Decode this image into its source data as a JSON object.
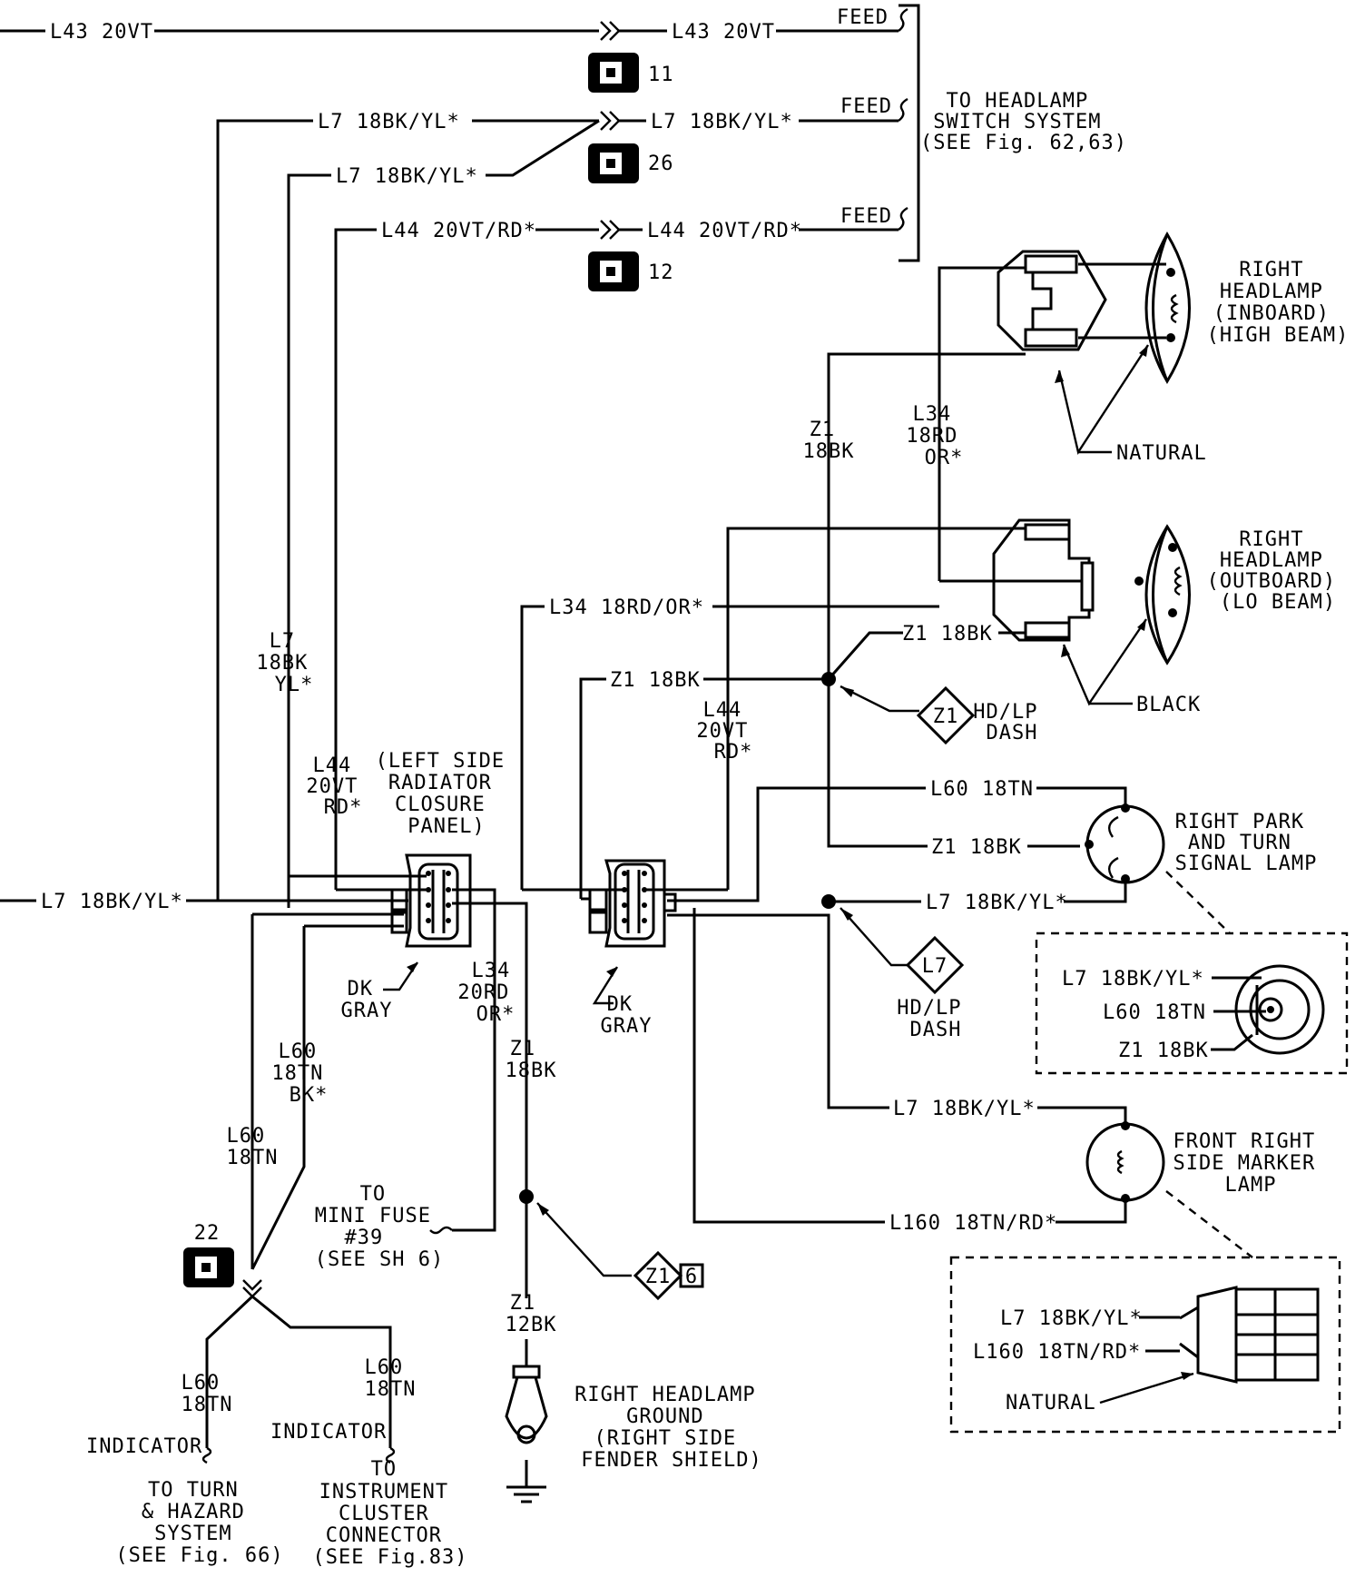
{
  "wires": {
    "l43_left": "L43 20VT",
    "l43_right": "L43 20VT",
    "l7_top_a": "L7 18BK/YL*",
    "l7_top_b": "L7 18BK/YL*",
    "l7_top_right": "L7 18BK/YL*",
    "l44_top": "L44 20VT/RD*",
    "l44_top_right": "L44 20VT/RD*",
    "feed": "FEED",
    "z1_18bk": "Z1 18BK",
    "l34_18rd_or": "L34 18RD/OR*",
    "l60_18tn": "L60 18TN",
    "l7_18bk_yl": "L7 18BK/YL*",
    "l160": "L160 18TN/RD*",
    "l7_left_bottom": "L7 18BK/YL*"
  },
  "connectors": {
    "c11": "11",
    "c26": "26",
    "c12": "12",
    "c22": "22"
  },
  "vertical_labels": {
    "l7_vert": [
      "L7",
      "18BK",
      "YL*"
    ],
    "l44_vert_left": [
      "L44",
      "20VT",
      "RD*"
    ],
    "l44_vert_mid": [
      "L44",
      "20VT",
      "RD*"
    ],
    "z1_vert_top": [
      "Z1",
      "18BK"
    ],
    "l34_vert_top": [
      "L34",
      "18RD",
      "OR*"
    ],
    "l60_bk": [
      "L60",
      "18TN",
      "BK*"
    ],
    "l60_left": [
      "L60",
      "18TN"
    ],
    "l34_20rd": [
      "L34",
      "20RD",
      "OR*"
    ],
    "z1_18bk_bottom": [
      "Z1",
      "18BK"
    ],
    "z1_12bk": [
      "Z1",
      "12BK"
    ],
    "l60_bottom_left": [
      "L60",
      "18TN"
    ],
    "l60_bottom_right": [
      "L60",
      "18TN"
    ]
  },
  "notes": {
    "to_headlamp_switch": [
      "TO HEADLAMP",
      "SWITCH SYSTEM",
      "(SEE Fig. 62,63)"
    ],
    "left_side_radiator": [
      "(LEFT SIDE",
      "RADIATOR",
      "CLOSURE",
      "PANEL)"
    ],
    "dk_gray_1": [
      "DK",
      "GRAY"
    ],
    "dk_gray_2": [
      "DK",
      "GRAY"
    ],
    "to_mini_fuse": [
      "TO",
      "MINI FUSE",
      "#39",
      "(SEE SH 6)"
    ],
    "indicator_1": "INDICATOR",
    "indicator_2": "INDICATOR",
    "to_turn_hazard": [
      "TO TURN",
      "& HAZARD",
      "SYSTEM",
      "(SEE Fig. 66)"
    ],
    "to_instrument_cluster": [
      "TO",
      "INSTRUMENT",
      "CLUSTER",
      "CONNECTOR",
      "(SEE Fig.83)"
    ],
    "right_headlamp_ground": [
      "RIGHT HEADLAMP",
      "GROUND",
      "(RIGHT SIDE",
      "FENDER SHIELD)"
    ],
    "hdlp_dash_1": [
      "HD/LP",
      "DASH"
    ],
    "hdlp_dash_2": [
      "HD/LP",
      "DASH"
    ],
    "natural_top": "NATURAL",
    "black": "BLACK",
    "natural_bottom": "NATURAL"
  },
  "components": {
    "rh_inboard": [
      "RIGHT",
      "HEADLAMP",
      "(INBOARD)",
      "(HIGH BEAM)"
    ],
    "rh_outboard": [
      "RIGHT",
      "HEADLAMP",
      "(OUTBOARD)",
      "(LO BEAM)"
    ],
    "right_park": [
      "RIGHT PARK",
      "AND TURN",
      "SIGNAL LAMP"
    ],
    "front_marker": [
      "FRONT RIGHT",
      "SIDE MARKER",
      "LAMP"
    ]
  },
  "diamonds": {
    "z1_dash": "Z1",
    "l7_dash": "L7",
    "z1_ground": "Z1",
    "ground_sheet": "6"
  },
  "insets": {
    "park_inset": [
      "L7 18BK/YL*",
      "L60 18TN",
      "Z1 18BK"
    ],
    "marker_inset": [
      "L7 18BK/YL*",
      "L160 18TN/RD*"
    ]
  }
}
